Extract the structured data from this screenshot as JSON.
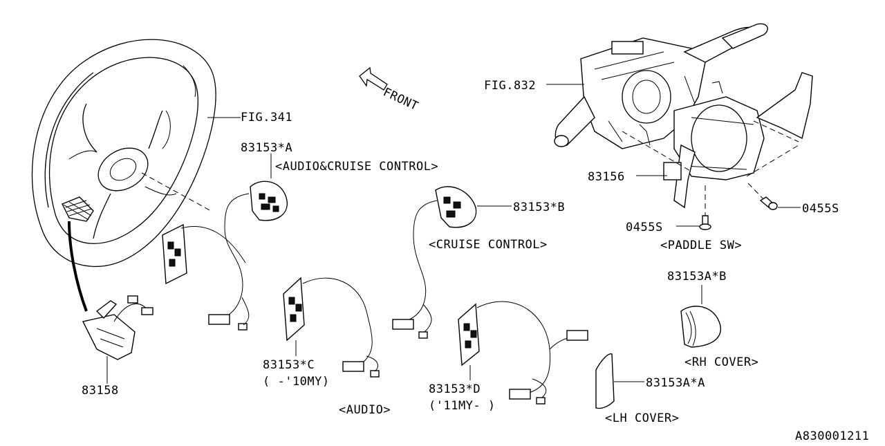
{
  "diagram": {
    "labels": {
      "fig341": "FIG.341",
      "fig832": "FIG.832",
      "front": "FRONT",
      "p83153A": "83153*A",
      "audio_cruise": "<AUDIO&CRUISE CONTROL>",
      "p83153B": "83153*B",
      "cruise": "<CRUISE CONTROL>",
      "p83156": "83156",
      "p0455S_right": "0455S",
      "p0455S_left": "0455S",
      "paddle": "<PADDLE SW>",
      "p83153AB": "83153A*B",
      "rh_cover": "<RH COVER>",
      "p83153AA": "83153A*A",
      "lh_cover": "<LH COVER>",
      "p83158": "83158",
      "p83153C": "83153*C",
      "my10": "( -'10MY)",
      "audio": "<AUDIO>",
      "p83153D": "83153*D",
      "my11": "('11MY- )",
      "drawing_no": "A830001211"
    }
  }
}
